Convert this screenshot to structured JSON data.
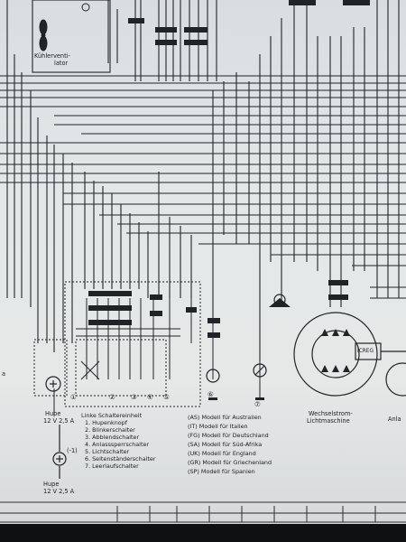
{
  "labels": {
    "fan_top": "Kühlerventi-",
    "fan_bottom": "lator",
    "horn1": "Hupe",
    "horn1_rating": "12 V 2,5 A",
    "horn2": "Hupe",
    "horn2_rating": "12 V 2,5 A",
    "horn2_tag": "(-1)",
    "alt_top": "Wechselstrom-",
    "alt_bottom": "Lichtmaschine",
    "icreg": "ICREG",
    "right_cut": "Anla",
    "left_cut": "a"
  },
  "switch_legend": {
    "title": "Linke Schaltereinheit",
    "items": [
      "1. Hupenknopf",
      "2. Blinkerschalter",
      "3. Abblendschalter",
      "4. Anlasssperrschalter",
      "5. Lichtschalter",
      "6. Seitenständerschalter",
      "7. Leerlaufschalter"
    ]
  },
  "model_legend": [
    "(AS)  Modell für Australien",
    "(IT)  Modell für Italien",
    "(FG)  Modell für Deutschland",
    "(SA)  Modell für Süd-Afrika",
    "(UK)  Modell für England",
    "(GR)  Modell für Griechenland",
    "(SP)  Modell für Spanien"
  ],
  "callouts": [
    "①",
    "②",
    "③",
    "④",
    "⑤",
    "⑥",
    "⑦"
  ],
  "colors": {
    "ink": "#1b1d22",
    "paper": "#e4e7e8"
  }
}
